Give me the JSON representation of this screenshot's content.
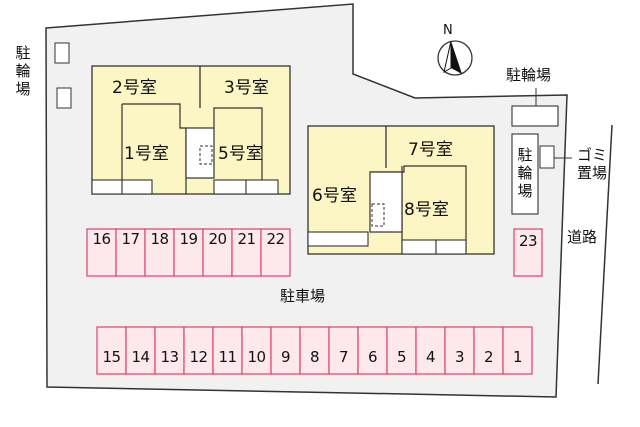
{
  "rooms": {
    "r1": "1号室",
    "r2": "2号室",
    "r3": "3号室",
    "r5": "5号室",
    "r6": "6号室",
    "r7": "7号室",
    "r8": "8号室"
  },
  "labels": {
    "bike_parking_left": "駐輪場",
    "bike_parking_right_top": "駐輪場",
    "bike_parking_right": "駐輪場",
    "garbage": "ゴミ置場",
    "parking": "駐車場",
    "road": "道路",
    "north": "N"
  },
  "parking_top": [
    "16",
    "17",
    "18",
    "19",
    "20",
    "21",
    "22"
  ],
  "parking_single": "23",
  "parking_bottom": [
    "15",
    "14",
    "13",
    "12",
    "11",
    "10",
    "9",
    "8",
    "7",
    "6",
    "5",
    "4",
    "3",
    "2",
    "1"
  ],
  "colors": {
    "building_fill": "#fbf6c4",
    "parking_stroke": "#e0406c",
    "parking_fill": "#fde8ee",
    "lot_fill": "#f1f1f1"
  }
}
